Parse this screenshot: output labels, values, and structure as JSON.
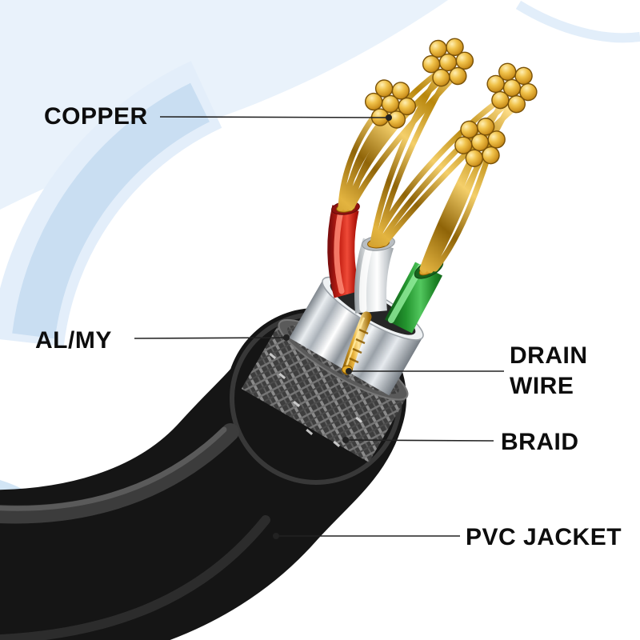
{
  "diagram": {
    "type": "annotated-cutaway-illustration",
    "callouts": [
      {
        "id": "copper",
        "label": "COPPER"
      },
      {
        "id": "al-my",
        "label": "AL/MY"
      },
      {
        "id": "drain-wire",
        "label": "DRAIN WIRE",
        "lines": [
          "DRAIN",
          "WIRE"
        ]
      },
      {
        "id": "braid",
        "label": "BRAID"
      },
      {
        "id": "pvc-jacket",
        "label": "PVC JACKET"
      }
    ],
    "colors": {
      "label_text": "#0d0d0d",
      "leader_line": "#222222",
      "copper_gold": "#d9a02a",
      "wire_red": "#d42318",
      "wire_white": "#e8ebed",
      "wire_green": "#2da23a",
      "foil_silver": "#c9ced3",
      "braid_gray": "#6b6b6b",
      "jacket_black": "#151515",
      "background_blue": "#c9def2"
    }
  }
}
